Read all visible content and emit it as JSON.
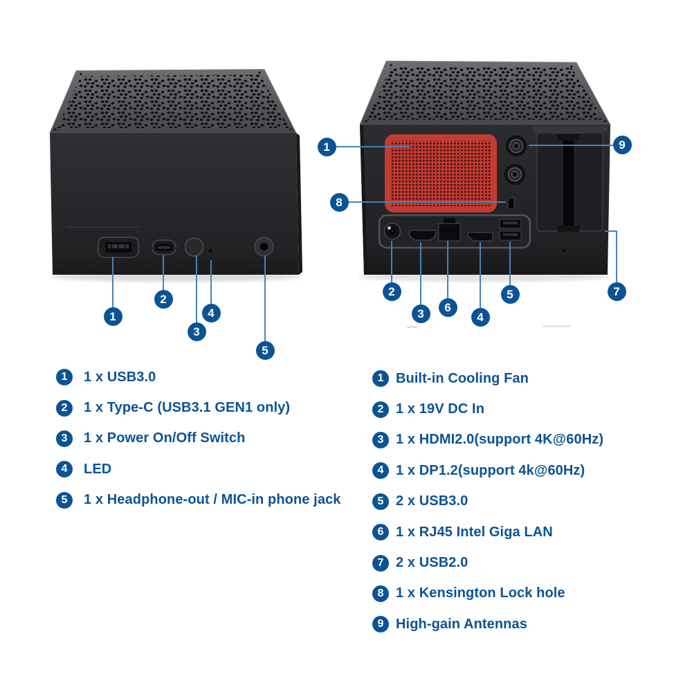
{
  "colors": {
    "accent_blue": "#0b5394",
    "leader_blue": "#4a80b5",
    "vent_red": "#c43b32",
    "chassis_top_gray": "#58585c",
    "chassis_front_dark": "#28282b",
    "background": "#ffffff"
  },
  "views": {
    "front": {
      "callouts": [
        "1",
        "2",
        "3",
        "4",
        "5"
      ],
      "ports": [
        "usb-a-port",
        "usb-c-port",
        "power-button",
        "led-indicator",
        "audio-jack"
      ]
    },
    "rear": {
      "callouts": [
        "1",
        "8",
        "9",
        "2",
        "3",
        "6",
        "4",
        "5",
        "7"
      ],
      "ports": [
        "cooling-fan-vent",
        "kensington-lock-slot",
        "antenna-connectors",
        "dc-in-jack",
        "hdmi-port",
        "rj45-port",
        "displayport",
        "usb-stack",
        "expansion-slot"
      ]
    }
  },
  "legend": {
    "left": [
      {
        "number": "1",
        "label": "1 x USB3.0"
      },
      {
        "number": "2",
        "label": "1 x Type-C (USB3.1 GEN1 only)"
      },
      {
        "number": "3",
        "label": "1 x Power On/Off Switch"
      },
      {
        "number": "4",
        "label": "LED"
      },
      {
        "number": "5",
        "label": "1 x Headphone-out / MIC-in phone jack"
      }
    ],
    "right": [
      {
        "number": "1",
        "label": "Built-in Cooling Fan"
      },
      {
        "number": "2",
        "label": "1 x 19V DC In"
      },
      {
        "number": "3",
        "label": "1 x HDMI2.0(support 4K@60Hz)"
      },
      {
        "number": "4",
        "label": "1 x DP1.2(support 4k@60Hz)"
      },
      {
        "number": "5",
        "label": "2 x USB3.0"
      },
      {
        "number": "6",
        "label": "1 x RJ45 Intel Giga LAN"
      },
      {
        "number": "7",
        "label": "2 x USB2.0"
      },
      {
        "number": "8",
        "label": "1 x Kensington Lock hole"
      },
      {
        "number": "9",
        "label": "High-gain Antennas"
      }
    ]
  }
}
